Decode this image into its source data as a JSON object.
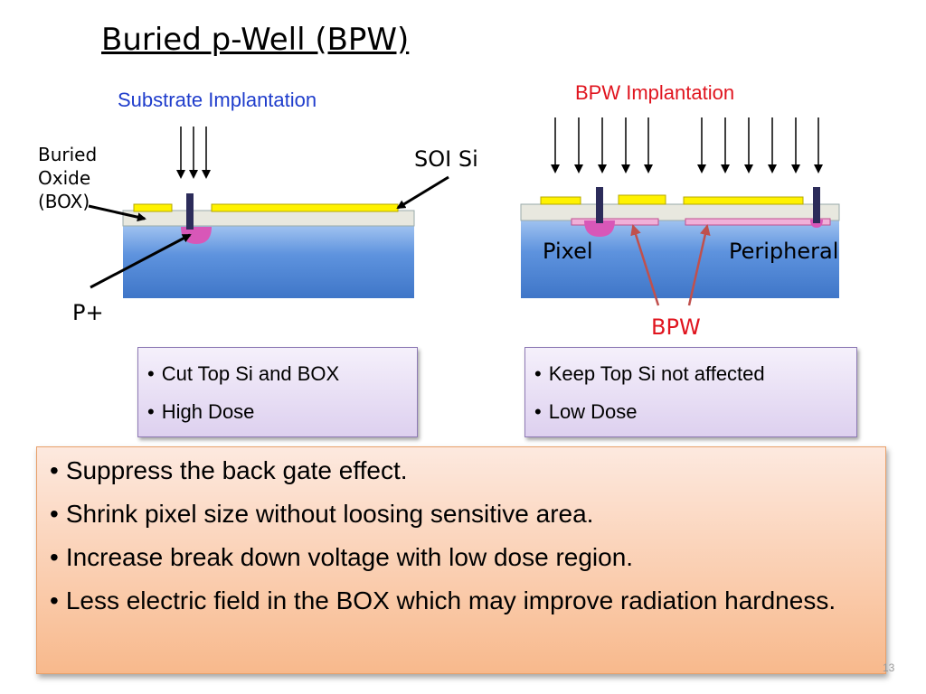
{
  "title": "Buried p-Well (BPW)",
  "left_diagram": {
    "implant_label": "Substrate Implantation",
    "buried_oxide_label_lines": [
      "Buried",
      "Oxide",
      "(BOX)"
    ],
    "soi_label": "SOI Si",
    "p_plus_label": "P+",
    "bullets": [
      "Cut Top Si and BOX",
      "High Dose"
    ]
  },
  "right_diagram": {
    "implant_label": "BPW Implantation",
    "pixel_label": "Pixel",
    "peripheral_label": "Peripheral",
    "bpw_label": "BPW",
    "bullets": [
      "Keep Top Si not affected",
      "Low Dose"
    ]
  },
  "summary": [
    "Suppress the back gate effect.",
    "Shrink pixel size without loosing sensitive area.",
    "Increase break down voltage with low dose region.",
    "Less electric field in the BOX which may improve radiation hardness."
  ],
  "slide_number": "13",
  "colors": {
    "substrate": "#4a7fd0",
    "box_layer": "#e8e8df",
    "top_si": "#fff200",
    "implant": "#d857b8",
    "label_blue": "#1f3dcc",
    "label_red": "#e0141e"
  }
}
